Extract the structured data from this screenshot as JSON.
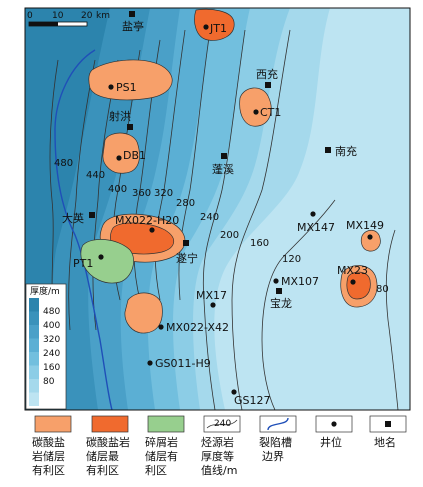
{
  "scale_bar": {
    "ticks": [
      "0",
      "10",
      "20"
    ],
    "unit": "km"
  },
  "cities": [
    {
      "name": "盐亭"
    },
    {
      "name": "西充"
    },
    {
      "name": "射洪"
    },
    {
      "name": "南充"
    },
    {
      "name": "蓬溪"
    },
    {
      "name": "大英"
    },
    {
      "name": "遂宁"
    },
    {
      "name": "宝龙"
    }
  ],
  "wells": [
    {
      "name": "JT1"
    },
    {
      "name": "PS1"
    },
    {
      "name": "CT1"
    },
    {
      "name": "DB1"
    },
    {
      "name": "MX022-H20"
    },
    {
      "name": "PT1"
    },
    {
      "name": "MX147"
    },
    {
      "name": "MX149"
    },
    {
      "name": "MX107"
    },
    {
      "name": "MX23"
    },
    {
      "name": "MX17"
    },
    {
      "name": "MX022-X42"
    },
    {
      "name": "GS011-H9"
    },
    {
      "name": "GS127"
    }
  ],
  "contours": [
    "480",
    "440",
    "400",
    "360",
    "320",
    "280",
    "240",
    "200",
    "160",
    "120",
    "80"
  ],
  "thickness_legend": {
    "title": "厚度/m",
    "levels": [
      "480",
      "400",
      "320",
      "240",
      "160",
      "80"
    ],
    "colors": [
      "#2c84ad",
      "#3a92bb",
      "#4aa0c8",
      "#5bafd4",
      "#72bfde",
      "#8ccde6",
      "#a5d9ec",
      "#bde4f2"
    ]
  },
  "legend": [
    {
      "label": [
        "碳酸盐",
        "岩储层",
        "有利区"
      ],
      "color": "#f7a06a"
    },
    {
      "label": [
        "碳酸盐岩",
        "储层最",
        "有利区"
      ],
      "color": "#f06a2e"
    },
    {
      "label": [
        "碎屑岩",
        "储层有",
        "利区"
      ],
      "color": "#97cf8e"
    },
    {
      "label": [
        "烃源岩",
        "厚度等",
        "值线/m"
      ],
      "sample": "240"
    },
    {
      "label": [
        "裂陷槽",
        "边界"
      ]
    },
    {
      "label": [
        "井位"
      ]
    },
    {
      "label": [
        "地名"
      ]
    }
  ],
  "colors": {
    "band1": "#2c84ad",
    "band2": "#3a92bb",
    "band3": "#4aa0c8",
    "band4": "#5bafd4",
    "band5": "#72bfde",
    "band6": "#8ccde6",
    "band7": "#a5d9ec",
    "band8": "#bde4f2",
    "favorable": "#f7a06a",
    "most_favorable": "#f06a2e",
    "clastic": "#97cf8e",
    "rift_boundary": "#1f4fb8"
  }
}
